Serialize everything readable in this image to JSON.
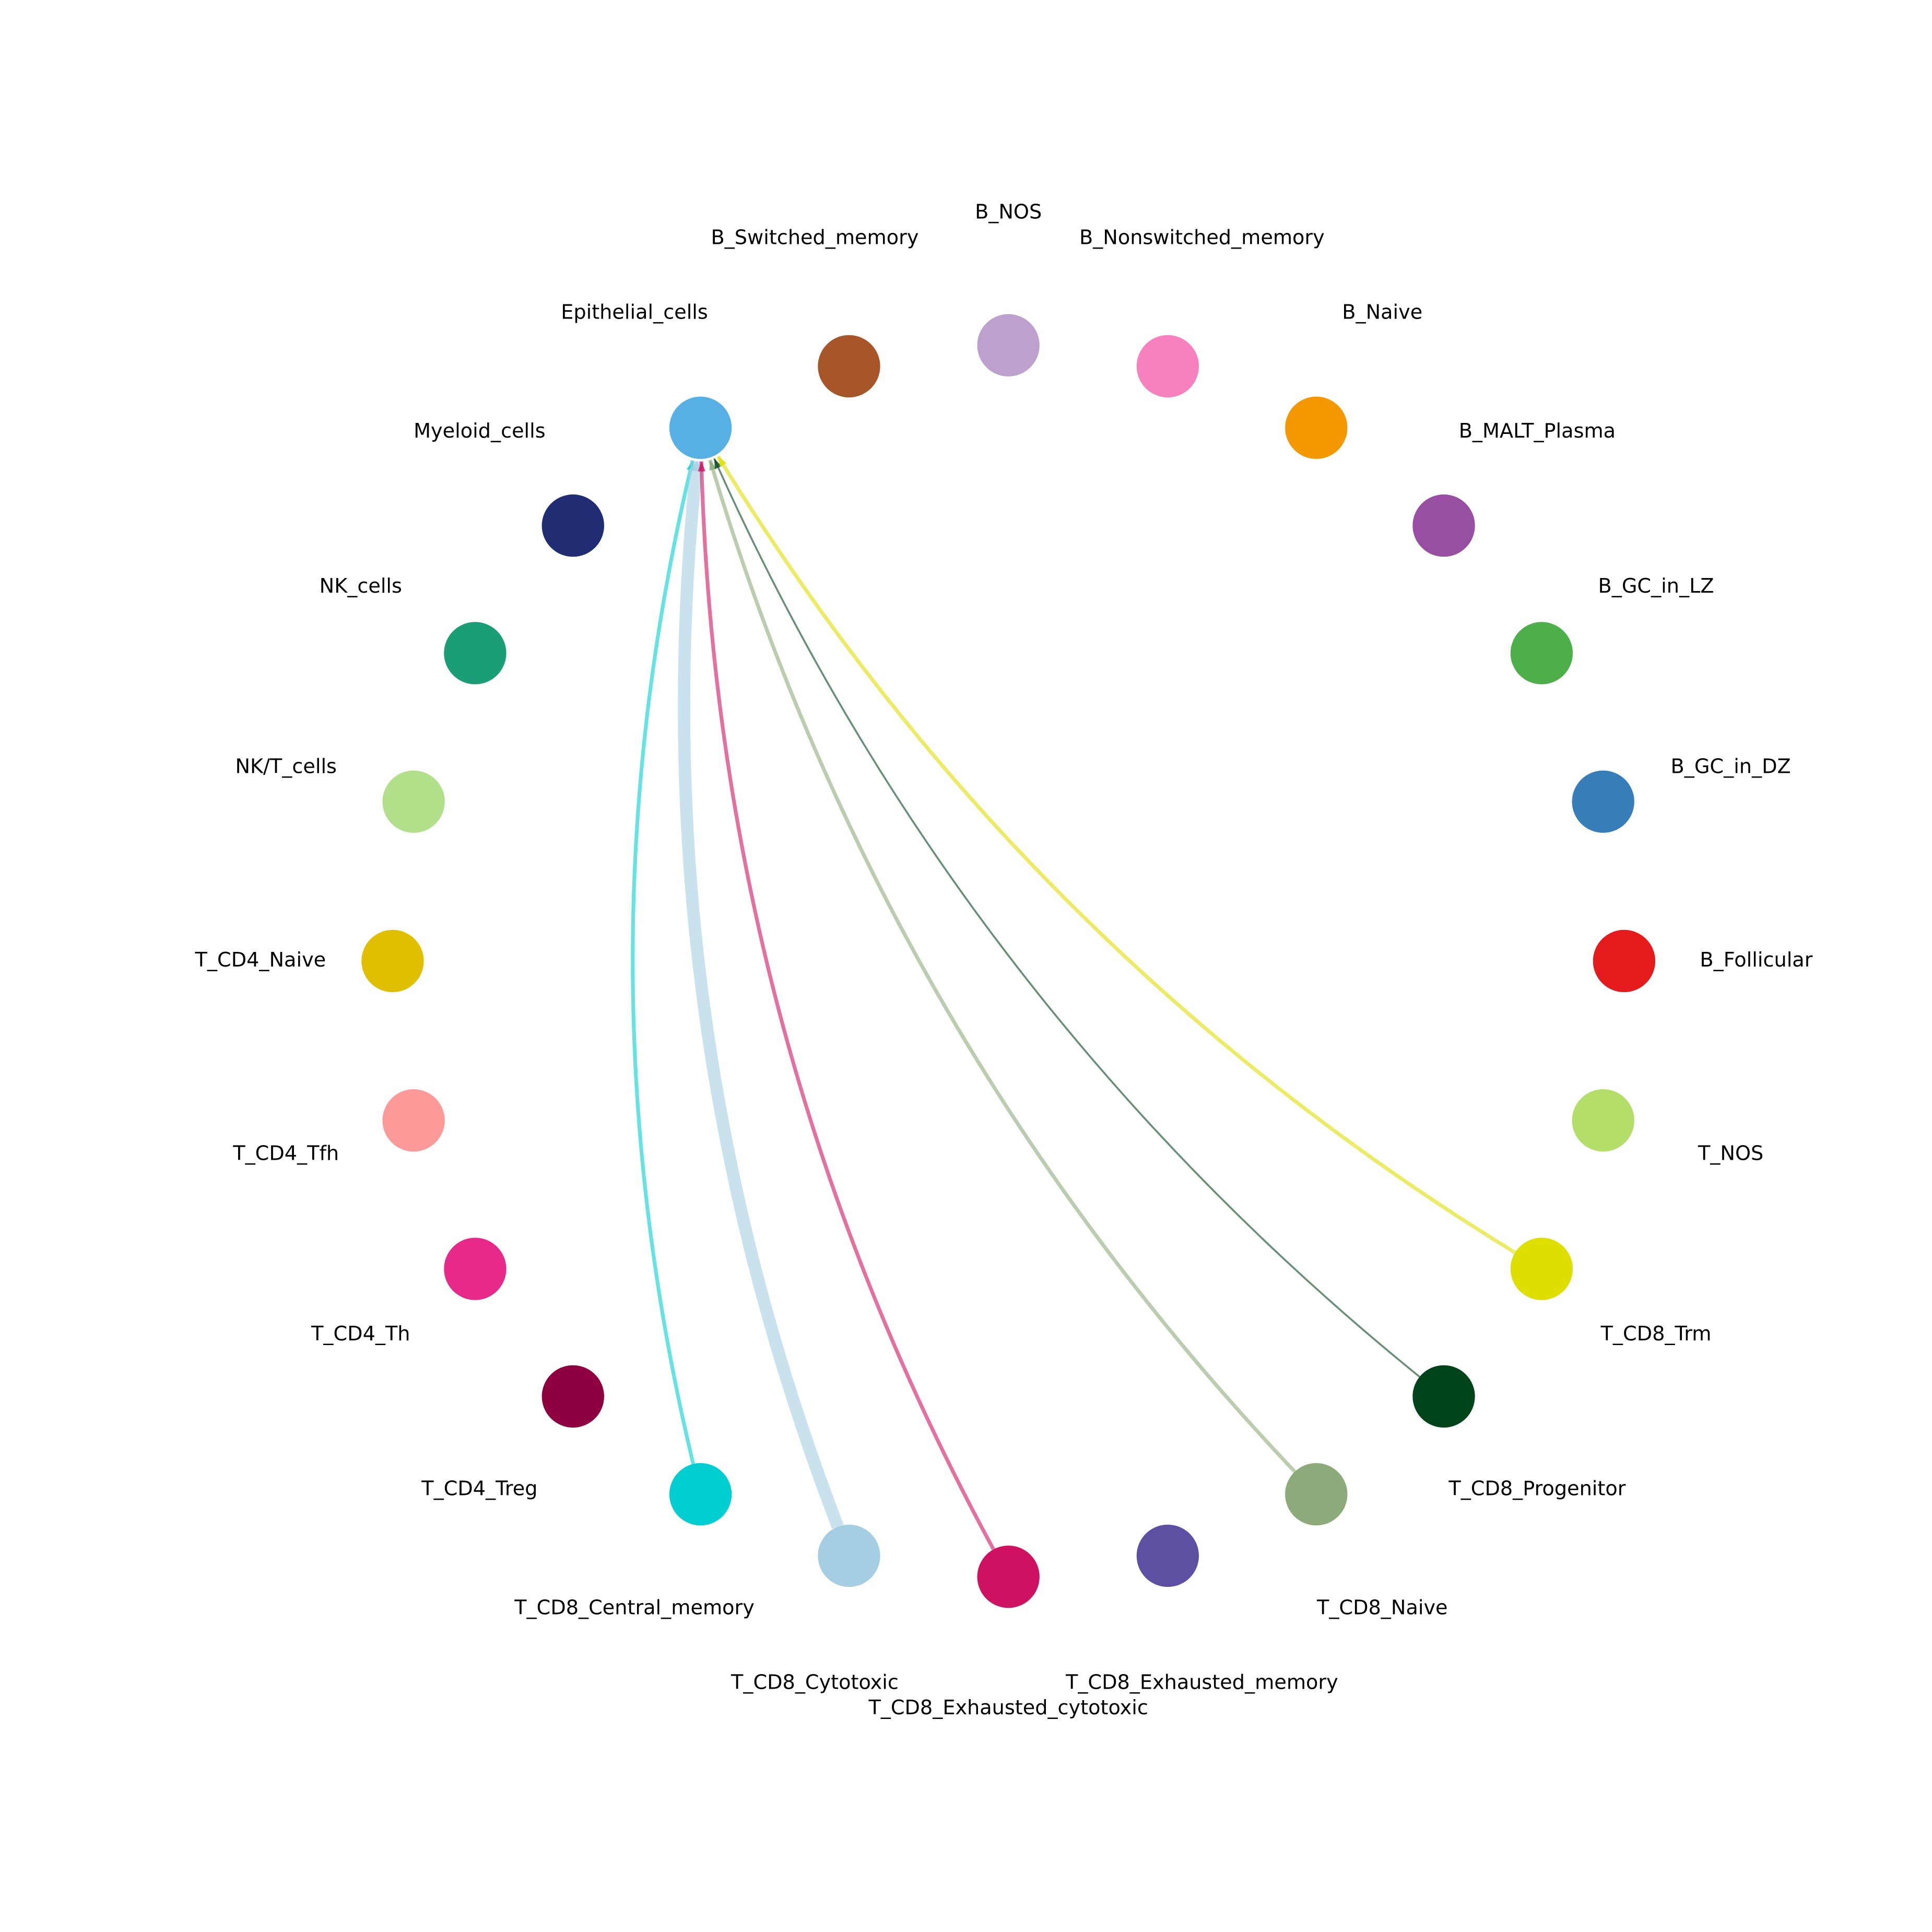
{
  "chart_data": {
    "type": "network",
    "layout": "circle",
    "directed": true,
    "nodes": [
      {
        "name": "B_Follicular",
        "color": "#E41A1C"
      },
      {
        "name": "B_GC_in_DZ",
        "color": "#377EB8"
      },
      {
        "name": "B_GC_in_LZ",
        "color": "#4DAF4A"
      },
      {
        "name": "B_MALT_Plasma",
        "color": "#984EA3"
      },
      {
        "name": "B_Naive",
        "color": "#F39800"
      },
      {
        "name": "B_Nonswitched_memory",
        "color": "#F781BF"
      },
      {
        "name": "B_NOS",
        "color": "#BEA0CE"
      },
      {
        "name": "B_Switched_memory",
        "color": "#A65628"
      },
      {
        "name": "Epithelial_cells",
        "color": "#56B0E4"
      },
      {
        "name": "Myeloid_cells",
        "color": "#212D73"
      },
      {
        "name": "NK_cells",
        "color": "#1B9E77"
      },
      {
        "name": "NK/T_cells",
        "color": "#B2DF8A"
      },
      {
        "name": "T_CD4_Naive",
        "color": "#E0BE00"
      },
      {
        "name": "T_CD4_Tfh",
        "color": "#FB9A99"
      },
      {
        "name": "T_CD4_Th",
        "color": "#E7298A"
      },
      {
        "name": "T_CD4_Treg",
        "color": "#8E0040"
      },
      {
        "name": "T_CD8_Central_memory",
        "color": "#00CED1"
      },
      {
        "name": "T_CD8_Cytotoxic",
        "color": "#A6CEE3"
      },
      {
        "name": "T_CD8_Exhausted_cytotoxic",
        "color": "#CE1261"
      },
      {
        "name": "T_CD8_Exhausted_memory",
        "color": "#5E4FA2"
      },
      {
        "name": "T_CD8_Naive",
        "color": "#8DAA7A"
      },
      {
        "name": "T_CD8_Progenitor",
        "color": "#00441B"
      },
      {
        "name": "T_CD8_Trm",
        "color": "#DEDE00"
      },
      {
        "name": "T_NOS",
        "color": "#B3DE69"
      }
    ],
    "edges": [
      {
        "source": "T_CD8_Central_memory",
        "target": "Epithelial_cells",
        "weight": 0.3
      },
      {
        "source": "T_CD8_Cytotoxic",
        "target": "Epithelial_cells",
        "weight": 1.0
      },
      {
        "source": "T_CD8_Exhausted_cytotoxic",
        "target": "Epithelial_cells",
        "weight": 0.3
      },
      {
        "source": "T_CD8_Naive",
        "target": "Epithelial_cells",
        "weight": 0.3
      },
      {
        "source": "T_CD8_Progenitor",
        "target": "Epithelial_cells",
        "weight": 0.15
      },
      {
        "source": "T_CD8_Trm",
        "target": "Epithelial_cells",
        "weight": 0.3
      }
    ]
  }
}
